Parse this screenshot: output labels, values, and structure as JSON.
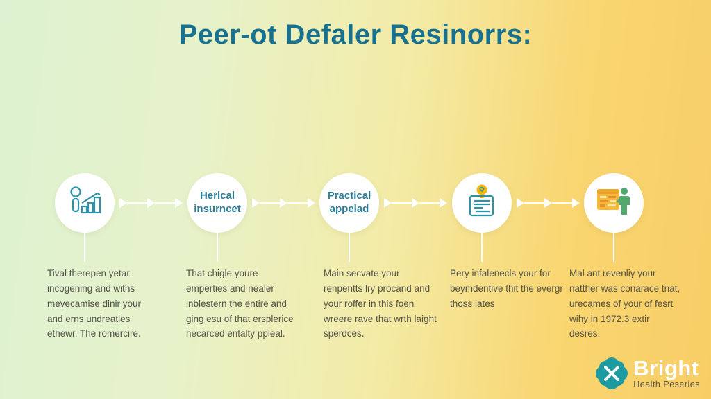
{
  "title": "Peer-ot Defaler Resinorrs:",
  "steps": [
    {
      "icon": "person-bar-chart-icon",
      "label": "",
      "description": "Tival therepen yetar incogening and withs mevecamise dinir your and erns undreaties ethewr. The romercire."
    },
    {
      "icon": "",
      "label": "Herlcal insurncet",
      "description": "That chigle youre emperties and nealer inblestern the entire and ging esu of that ersplerice hecarced entalty ppleal."
    },
    {
      "icon": "",
      "label": "Practical appelad",
      "description": "Main secvate your renpentts lry procand and your roffer in this foen wreere rave that wrth laight sperdces."
    },
    {
      "icon": "document-idea-icon",
      "label": "",
      "description": "Pery infalenecls your for beymdentive thit the evergr thoss lates"
    },
    {
      "icon": "presentation-board-icon",
      "label": "",
      "description": "Mal ant revenliy your natther was conarace tnat, urecames of your of fesrt wihy in 1972.3 extir desres."
    }
  ],
  "logo": {
    "brand": "Bright",
    "tagline": "Health Peseries"
  },
  "colors": {
    "title_teal": "#17718f",
    "label_teal": "#2a7e9b",
    "body_text": "#53524a",
    "icon_stroke": "#2e93a8",
    "accent_yellow": "#f2b705",
    "accent_green": "#53a86e",
    "logo_teal": "#1d9ba2",
    "background_left": "#ddf2d1",
    "background_right": "#f8cd66",
    "connector_white": "#ffffff"
  }
}
